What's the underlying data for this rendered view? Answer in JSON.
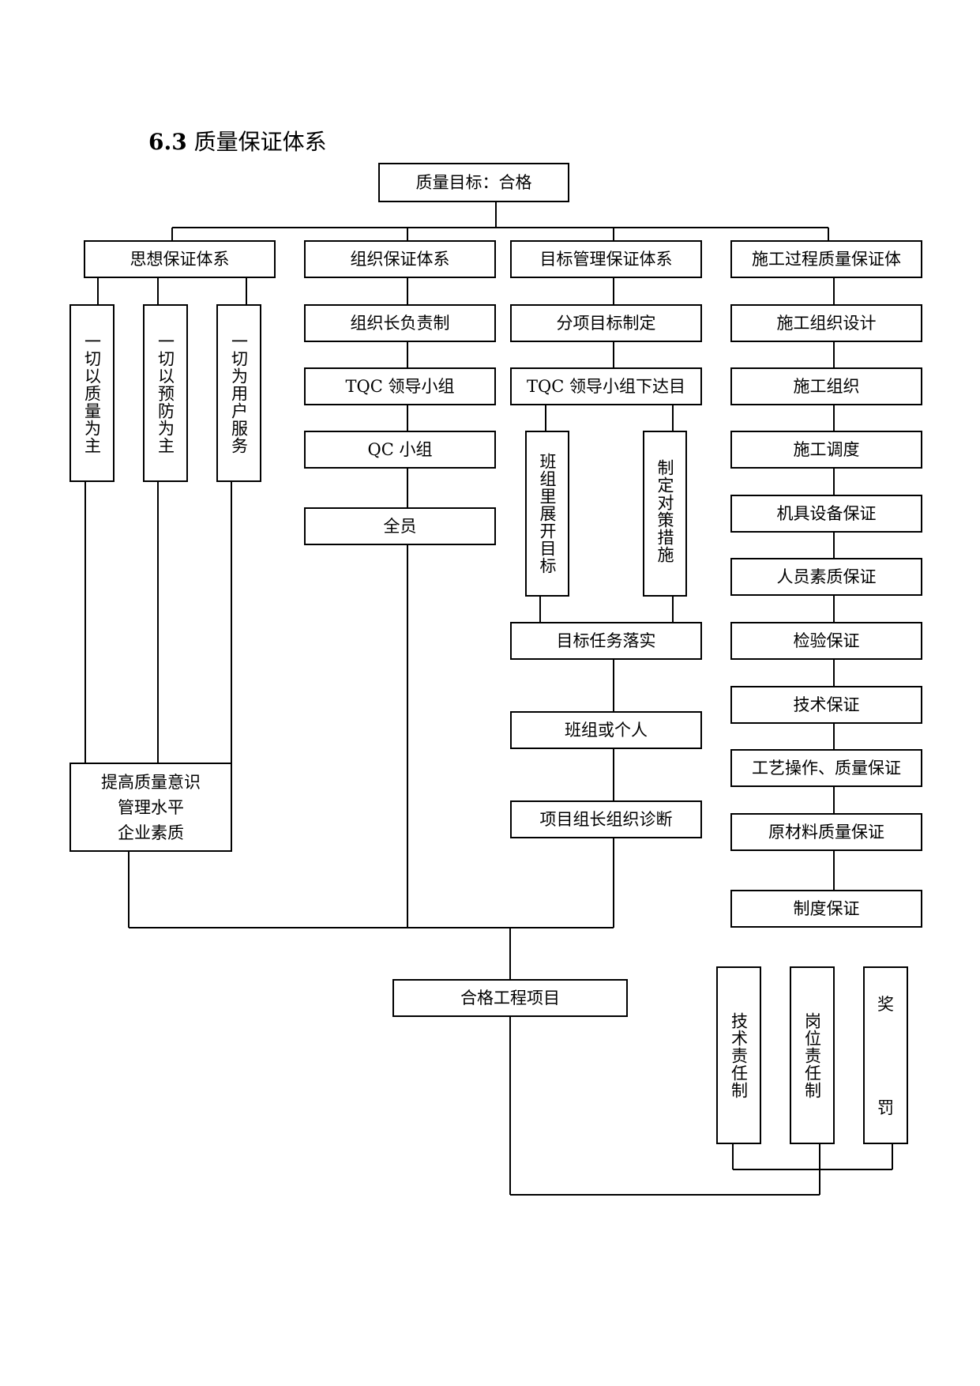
{
  "title": {
    "number": "6.3",
    "text": "质量保证体系"
  },
  "root": "质量目标：合格",
  "columns": {
    "ideology": {
      "header": "思想保证体系",
      "items": [
        "一切以质量为主",
        "一切以预防为主",
        "一切为用户服务"
      ],
      "result": [
        "提高质量意识",
        "管理水平",
        "企业素质"
      ]
    },
    "organization": {
      "header": "组织保证体系",
      "items": [
        "组织长负责制",
        "TQC 领导小组",
        "QC 小组",
        "全员"
      ]
    },
    "target": {
      "header": "目标管理保证体系",
      "items": [
        "分项目标制定",
        "TQC 领导小组下达目"
      ],
      "branches": [
        "班组里展开目标",
        "制定对策措施"
      ],
      "after": [
        "目标任务落实",
        "班组或个人",
        "项目组长组织诊断"
      ]
    },
    "construction": {
      "header": "施工过程质量保证体",
      "items": [
        "施工组织设计",
        "施工组织",
        "施工调度",
        "机具设备保证",
        "人员素质保证",
        "检验保证",
        "技术保证",
        "工艺操作、质量保证",
        "原材料质量保证",
        "制度保证"
      ]
    }
  },
  "final": "合格工程项目",
  "responsibility": [
    "技术责任制",
    "岗位责任制"
  ],
  "reward": {
    "top": "奖",
    "bottom": "罚"
  }
}
